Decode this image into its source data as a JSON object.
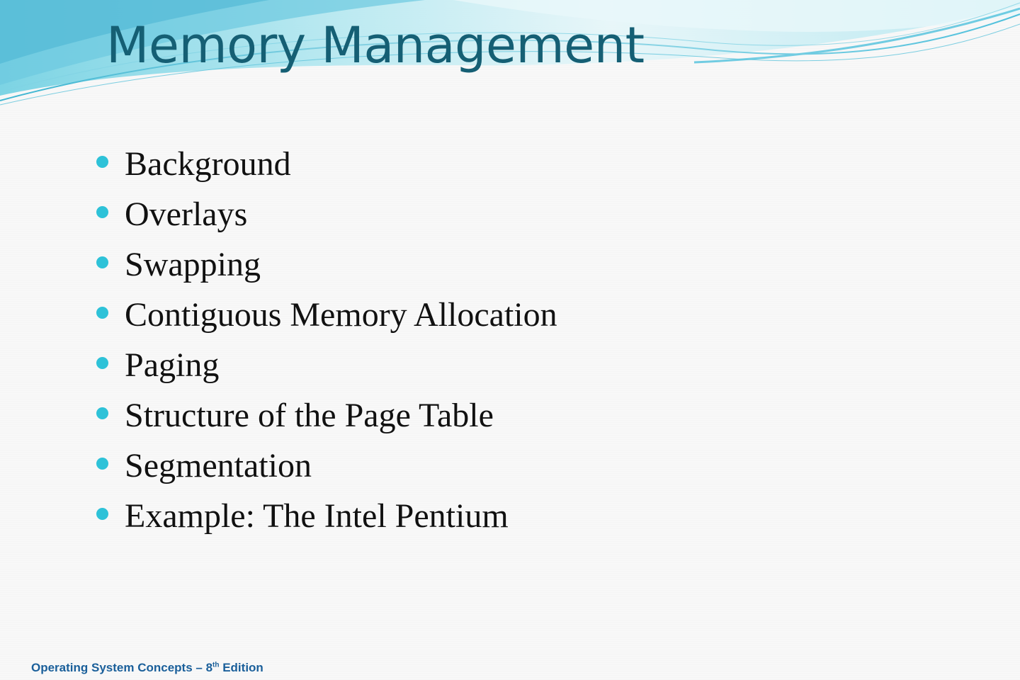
{
  "slide": {
    "title": "Memory Management",
    "bullets": [
      "Background",
      "Overlays",
      "Swapping",
      "Contiguous Memory Allocation",
      "Paging",
      "Structure of the Page Table",
      "Segmentation",
      "Example: The Intel Pentium"
    ],
    "footer": {
      "prefix": "Operating System Concepts – 8",
      "superscript": "th",
      "suffix": " Edition"
    }
  },
  "colors": {
    "title": "#155f74",
    "bullet": "#2ec2d8",
    "footer": "#1a5f9a",
    "wave_light": "#a8e6ef",
    "wave_dark": "#5fc8de"
  }
}
